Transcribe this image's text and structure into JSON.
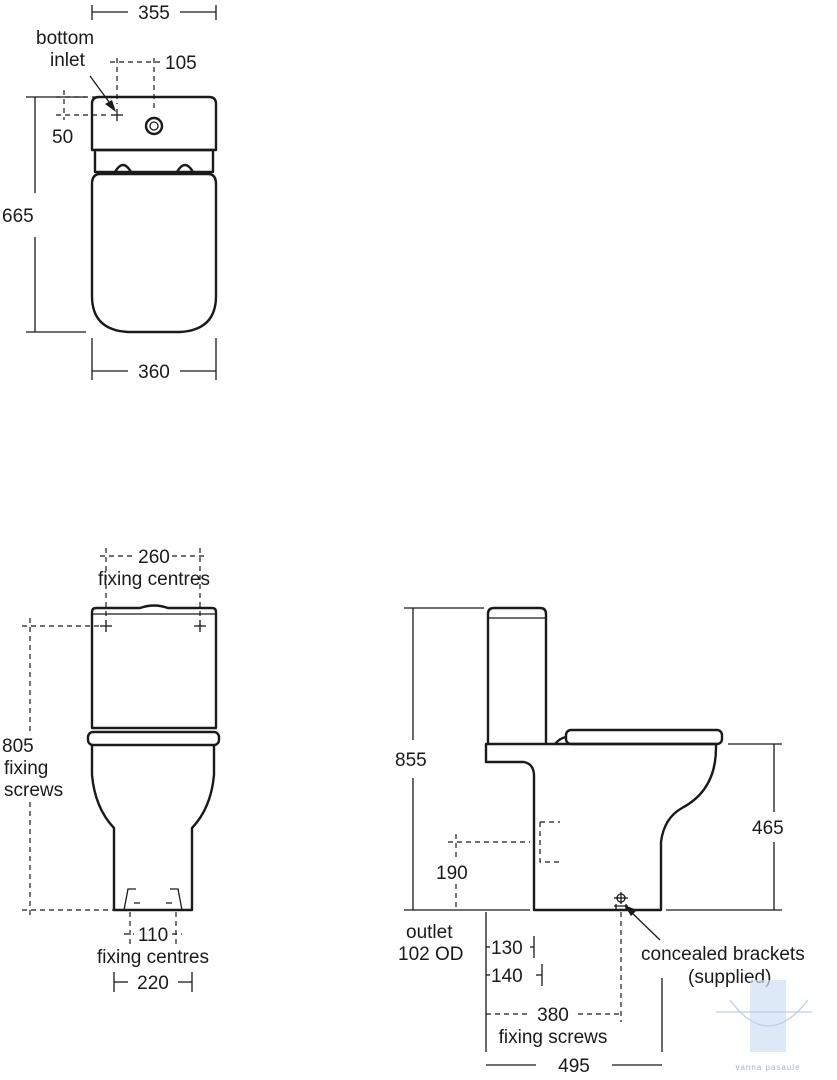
{
  "plan_view": {
    "dim_width_cistern": "355",
    "label_bottom": "bottom",
    "label_inlet": "inlet",
    "dim_inlet_offset": "105",
    "dim_inlet_depth": "50",
    "dim_depth": "665",
    "dim_width_bowl": "360"
  },
  "front_view": {
    "dim_fixing_centres_top": "260",
    "label_fixing_centres_top": "fixing centres",
    "dim_fixing_height": "805",
    "label_fixing": "fixing",
    "label_screws": "screws",
    "dim_fixing_centres_bottom": "110",
    "label_fixing_centres_bottom": "fixing centres",
    "dim_base_width": "220"
  },
  "side_view": {
    "dim_height": "855",
    "dim_seat_height": "465",
    "dim_outlet_height": "190",
    "label_outlet": "outlet",
    "label_outlet_size": "102 OD",
    "dim_130": "130",
    "dim_140": "140",
    "dim_380": "380",
    "label_fixing_screws": "fixing screws",
    "dim_495": "495",
    "label_concealed_brackets": "concealed brackets",
    "label_supplied": "(supplied)"
  },
  "watermark": {
    "text": "vanna pasaule"
  }
}
